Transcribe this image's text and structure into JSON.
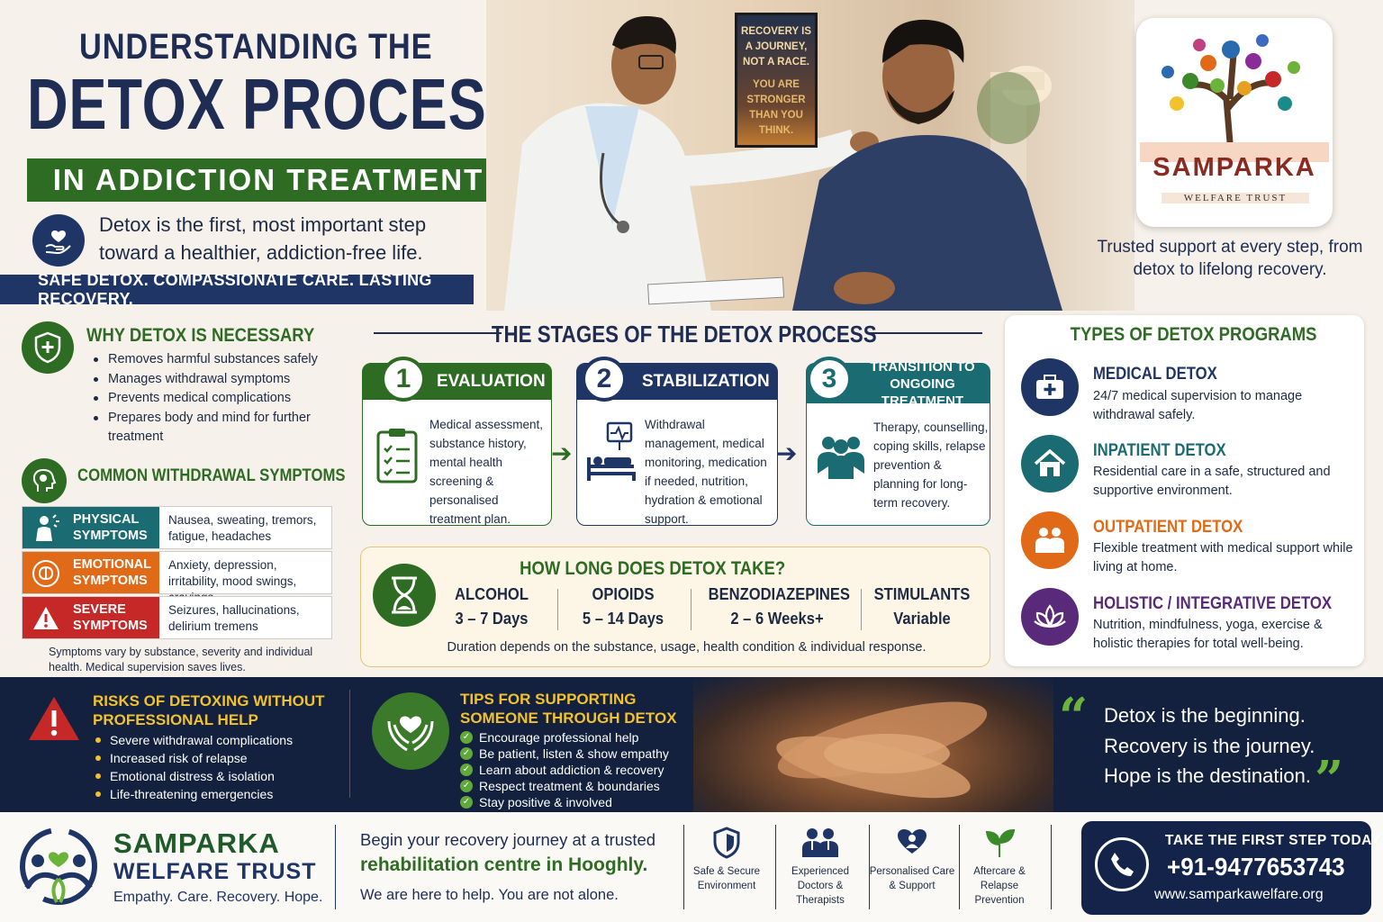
{
  "header": {
    "title_line1": "UNDERSTANDING THE",
    "title_line2": "DETOX PROCESS",
    "title_line3": "IN  ADDICTION TREATMENT",
    "intro": "Detox is the first, most important step toward a healthier, addiction-free life.",
    "tagline": "SAFE DETOX. COMPASSIONATE CARE. LASTING RECOVERY."
  },
  "poster": {
    "line1": "RECOVERY IS A JOURNEY, NOT A RACE.",
    "line2": "YOU ARE STRONGER THAN YOU THINK."
  },
  "logo": {
    "name": "SAMPARKA",
    "sub": "WELFARE TRUST",
    "trust_text": "Trusted support at every step, from detox to lifelong recovery."
  },
  "why": {
    "heading": "WHY DETOX IS NECESSARY",
    "items": [
      "Removes harmful substances safely",
      "Manages withdrawal symptoms",
      "Prevents medical complications",
      "Prepares body and mind for further treatment"
    ]
  },
  "symptoms": {
    "heading": "COMMON WITHDRAWAL SYMPTOMS",
    "rows": [
      {
        "label": "PHYSICAL SYMPTOMS",
        "text": "Nausea, sweating, tremors, fatigue, headaches"
      },
      {
        "label": "EMOTIONAL SYMPTOMS",
        "text": "Anxiety, depression, irritability, mood swings, cravings"
      },
      {
        "label": "SEVERE SYMPTOMS",
        "text": "Seizures, hallucinations, delirium tremens"
      }
    ],
    "note": "Symptoms vary by substance, severity and individual health. Medical supervision saves lives."
  },
  "stages": {
    "heading": "THE STAGES OF THE DETOX PROCESS",
    "items": [
      {
        "num": "1",
        "title": "EVALUATION",
        "text": "Medical assessment, substance history, mental health screening & personalised treatment plan."
      },
      {
        "num": "2",
        "title": "STABILIZATION",
        "text": "Withdrawal management, medical monitoring, medication if needed, nutrition, hydration & emotional support."
      },
      {
        "num": "3",
        "title": "TRANSITION TO ONGOING TREATMENT",
        "text": "Therapy, counselling, coping skills, relapse prevention & planning for long-term recovery."
      }
    ]
  },
  "duration": {
    "heading": "HOW LONG DOES DETOX TAKE?",
    "items": [
      {
        "name": "ALCOHOL",
        "value": "3 – 7 Days"
      },
      {
        "name": "OPIOIDS",
        "value": "5 – 14 Days"
      },
      {
        "name": "BENZODIAZEPINES",
        "value": "2 – 6 Weeks+"
      },
      {
        "name": "STIMULANTS",
        "value": "Variable"
      }
    ],
    "note": "Duration depends on the substance, usage, health condition & individual response."
  },
  "types": {
    "heading": "TYPES OF DETOX PROGRAMS",
    "items": [
      {
        "name": "MEDICAL DETOX",
        "desc": "24/7 medical supervision to manage withdrawal safely.",
        "color": "#1f3566"
      },
      {
        "name": "INPATIENT DETOX",
        "desc": "Residential care in a safe, structured and supportive environment.",
        "color": "#1a6b72"
      },
      {
        "name": "OUTPATIENT DETOX",
        "desc": "Flexible treatment with medical support while living at home.",
        "color": "#e06a17"
      },
      {
        "name": "HOLISTIC / INTEGRATIVE DETOX",
        "desc": "Nutrition, mindfulness, yoga, exercise & holistic therapies for total well-being.",
        "color": "#5a2a7a"
      }
    ]
  },
  "risks": {
    "heading": "RISKS OF DETOXING WITHOUT PROFESSIONAL HELP",
    "items": [
      "Severe withdrawal complications",
      "Increased risk of relapse",
      "Emotional distress & isolation",
      "Life-threatening emergencies"
    ]
  },
  "tips": {
    "heading": "TIPS FOR SUPPORTING SOMEONE THROUGH DETOX",
    "items": [
      "Encourage professional help",
      "Be patient, listen & show empathy",
      "Learn about addiction & recovery",
      "Respect treatment & boundaries",
      "Stay positive & involved"
    ]
  },
  "quote": {
    "line1": "Detox is the beginning.",
    "line2": "Recovery is the journey.",
    "line3": "Hope is the destination."
  },
  "footer": {
    "name1": "SAMPARKA",
    "name2": "WELFARE TRUST",
    "motto": "Empathy. Care. Recovery. Hope.",
    "begin": "Begin your recovery journey at a trusted",
    "centre": "rehabilitation centre in Hooghly.",
    "help": "We are here to help. You are not alone.",
    "features": [
      "Safe & Secure Environment",
      "Experienced Doctors & Therapists",
      "Personalised Care & Support",
      "Aftercare & Relapse Prevention"
    ],
    "cta_title": "TAKE THE FIRST STEP TODAY",
    "phone": "+91-9477653743",
    "website": "www.samparkawelfare.org"
  },
  "colors": {
    "navy": "#1f2d55",
    "green": "#2e6b23",
    "gold": "#f2c12e",
    "orange": "#e06a17",
    "red": "#c62828",
    "teal": "#1a6b72",
    "purple": "#5a2a7a"
  }
}
